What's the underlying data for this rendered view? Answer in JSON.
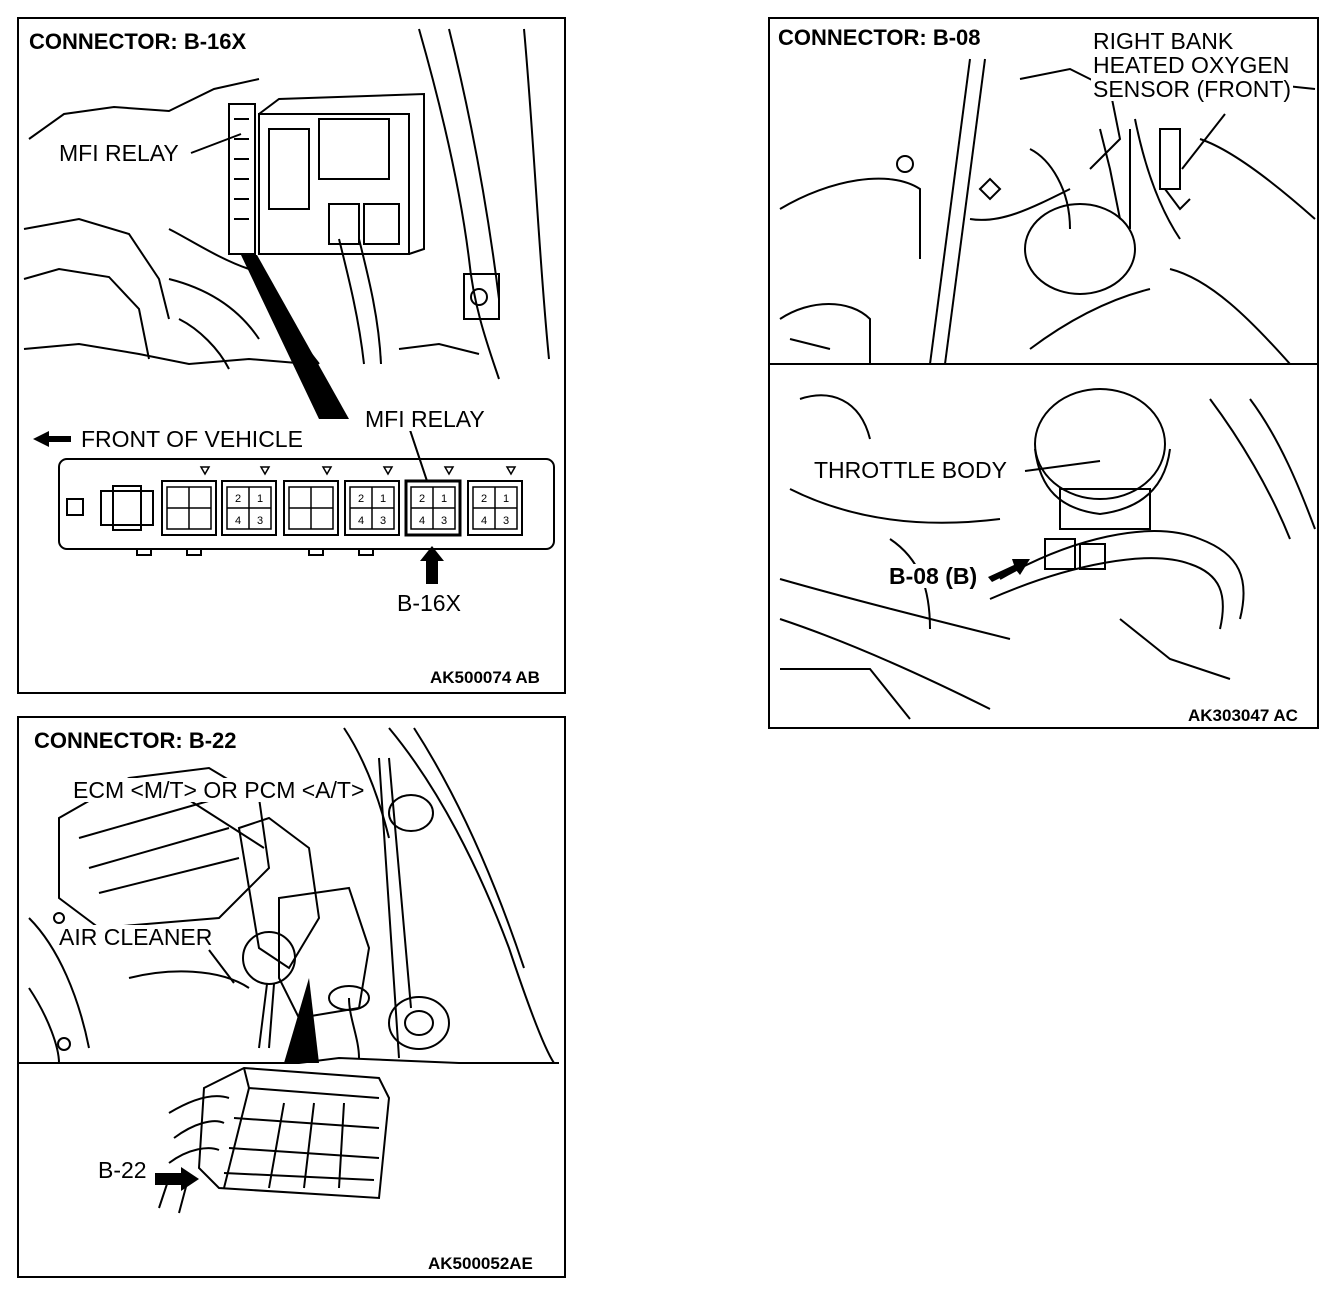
{
  "panels": {
    "b16x": {
      "title": "CONNECTOR: B-16X",
      "label_mfi_relay_top": "MFI RELAY",
      "label_mfi_relay_box": "MFI RELAY",
      "label_front": "FRONT OF VEHICLE",
      "label_connector": "B-16X",
      "relay_pins": [
        "2",
        "1",
        "4",
        "3"
      ],
      "figure_code": "AK500074 AB"
    },
    "b08": {
      "title": "CONNECTOR: B-08",
      "label_sensor_lines": [
        "RIGHT BANK",
        "HEATED OXYGEN",
        "SENSOR (FRONT)"
      ],
      "label_throttle": "THROTTLE BODY",
      "label_connector": "B-08 (B)",
      "figure_code": "AK303047 AC"
    },
    "b22": {
      "title": "CONNECTOR: B-22",
      "label_ecm": "ECM <M/T> OR PCM <A/T>",
      "label_air_cleaner": "AIR CLEANER",
      "label_connector": "B-22",
      "figure_code": "AK500052AE"
    }
  }
}
